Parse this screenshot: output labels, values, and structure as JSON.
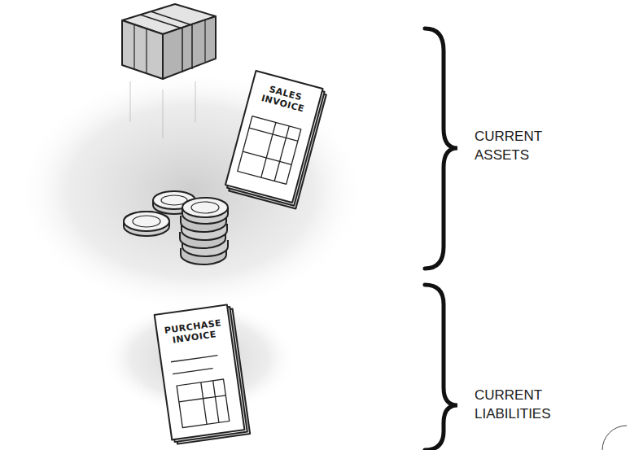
{
  "diagram": {
    "labels": [
      "SALES INVOICE",
      "CURRENT ASSETS",
      "PURCHASE INVOICE",
      "CURRENT LIABILITIES"
    ]
  }
}
